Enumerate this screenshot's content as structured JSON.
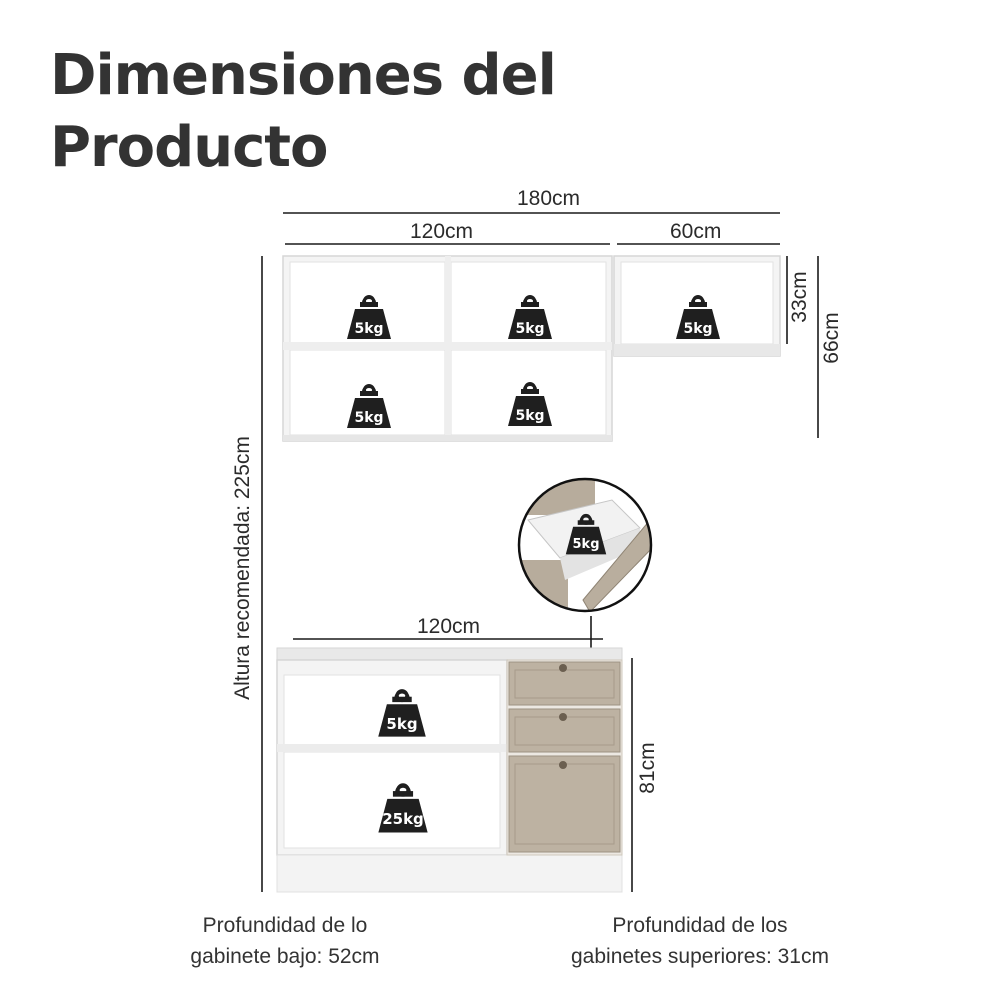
{
  "title": {
    "line1": "Dimensiones del",
    "line2": "Producto"
  },
  "dimensions": {
    "total_width": "180cm",
    "upper_left_width": "120cm",
    "upper_right_width": "60cm",
    "upper_height": "33cm",
    "upper_total_height": "66cm",
    "recommended_height": "Altura recomendada: 225cm",
    "lower_width": "120cm",
    "lower_height": "81cm"
  },
  "weights": {
    "upper_tl": "5kg",
    "upper_tm": "5kg",
    "upper_tr": "5kg",
    "upper_bl": "5kg",
    "upper_bm": "5kg",
    "drawer_detail": "5kg",
    "lower_shelf": "5kg",
    "lower_bottom": "25kg"
  },
  "captions": {
    "lower_line1": "Profundidad de lo",
    "lower_line2": "gabinete bajo: 52cm",
    "upper_line1": "Profundidad de los",
    "upper_line2": "gabinetes superiores: 31cm"
  },
  "colors": {
    "cabinet_white": "#f7f7f7",
    "cabinet_edge": "#d9d9d9",
    "door_beige": "#bdb2a2",
    "weight_icon": "#1f1f1f",
    "dimension_line": "#1a1a1a"
  }
}
